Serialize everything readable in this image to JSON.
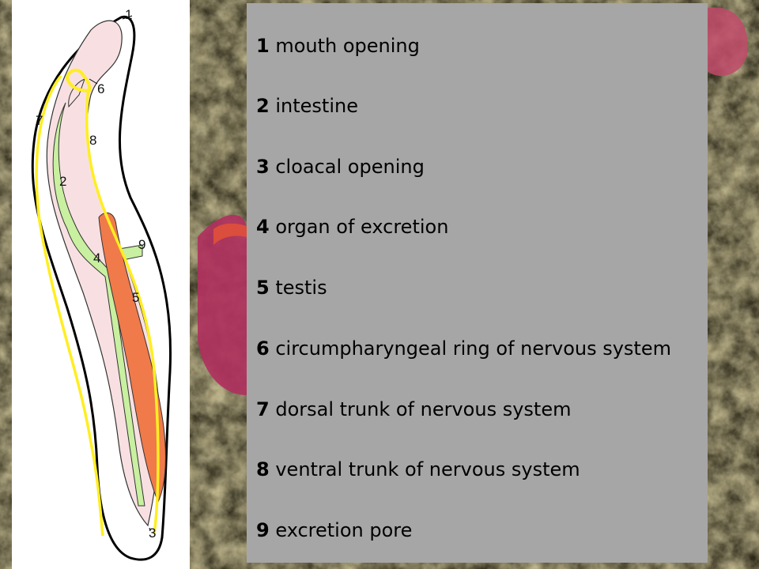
{
  "diagram": {
    "labels": [
      "1",
      "2",
      "3",
      "4",
      "5",
      "6",
      "7",
      "8",
      "9"
    ],
    "colors": {
      "body_outline": "#000000",
      "body_fill": "#ffffff",
      "intestine": "#f8e0e2",
      "nerve": "#ffff33",
      "excretion": "#c8f0a0",
      "testis": "#f07a4a"
    }
  },
  "legend": {
    "items": [
      {
        "num": "1",
        "text": "mouth opening"
      },
      {
        "num": "2",
        "text": "intestine"
      },
      {
        "num": "3",
        "text": "cloacal opening"
      },
      {
        "num": "4",
        "text": "organ of excretion"
      },
      {
        "num": "5",
        "text": "testis"
      },
      {
        "num": "6",
        "text": "circumpharyngeal ring of nervous system"
      },
      {
        "num": "7",
        "text": "dorsal trunk of nervous system"
      },
      {
        "num": "8",
        "text": "ventral trunk of nervous system"
      },
      {
        "num": "9",
        "text": "excretion pore"
      }
    ],
    "background": "#a6a6a6"
  }
}
